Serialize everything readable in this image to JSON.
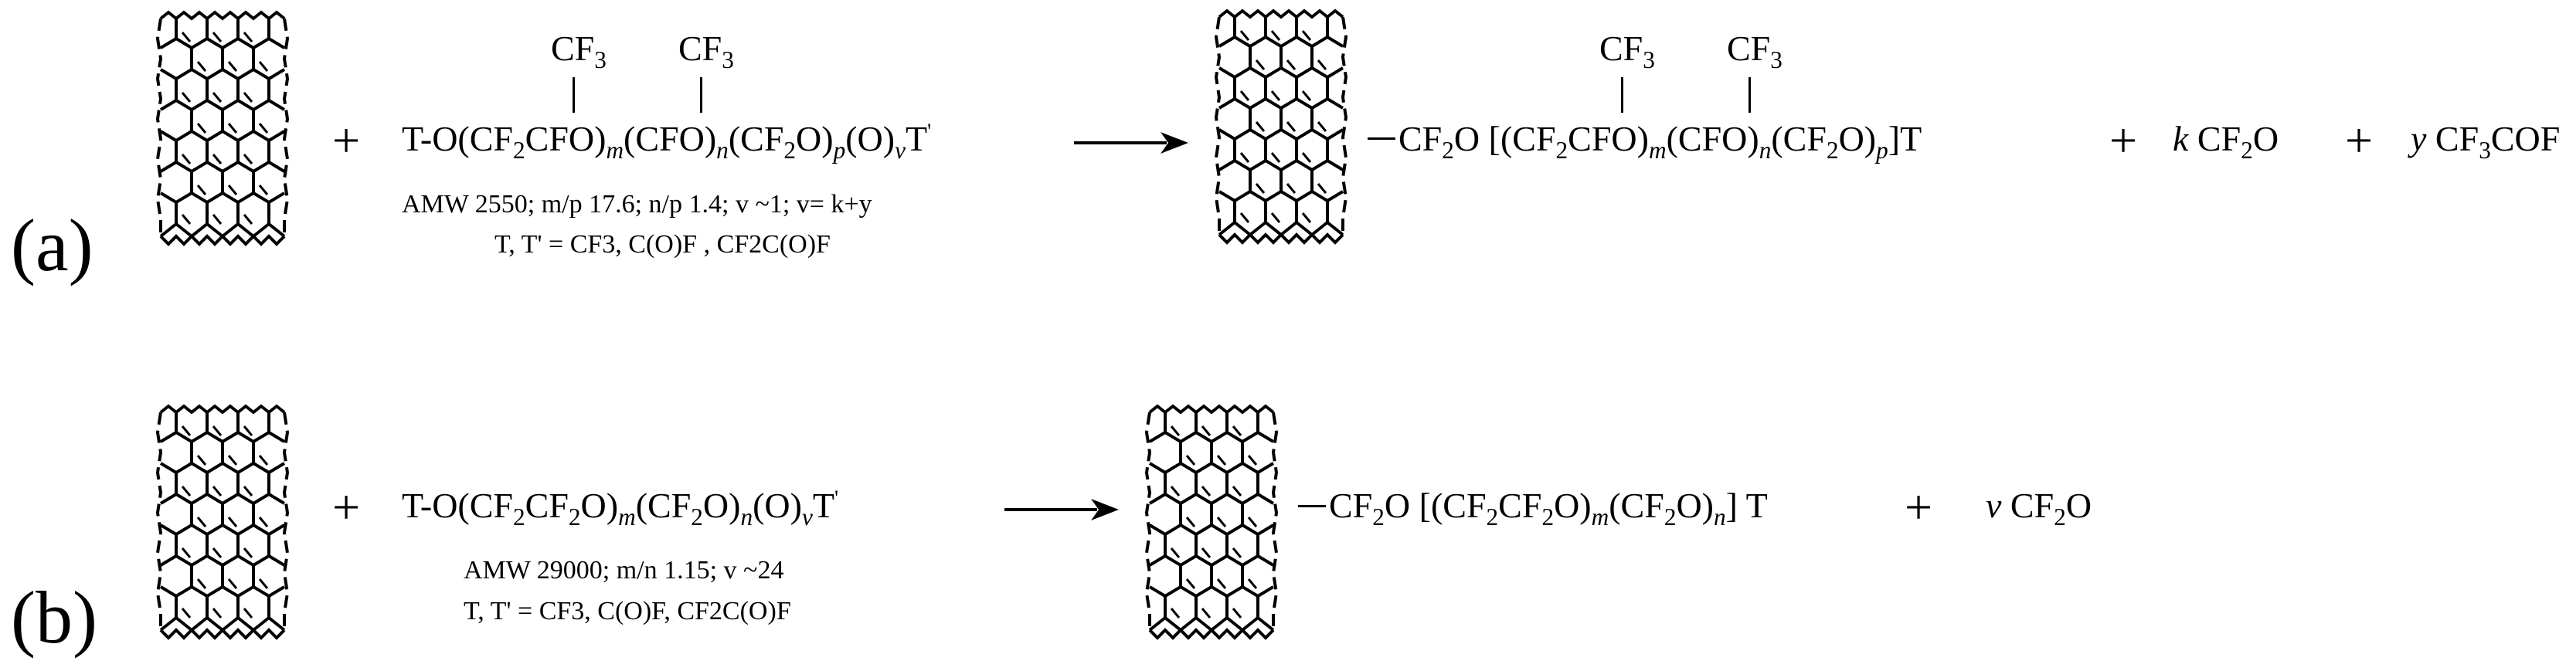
{
  "panels": [
    {
      "label": "(a)",
      "reactant": {
        "lead": "T-O(CF",
        "seg1": "CFO)",
        "seg2": "(CFO)",
        "seg3": "(CF",
        "seg4": "O)",
        "seg5": "(O)",
        "tail": "T",
        "sub_2": "2",
        "sub_m": "m",
        "sub_n": "n",
        "sub_p": "p",
        "sub_v": "v",
        "prime": "'",
        "branch": "CF",
        "branch_sub": "3"
      },
      "conditions": {
        "line1": "AMW 2550; m/p 17.6; n/p 1.4; v ~1; v= k+y",
        "line2": "T, T' = CF3, C(O)F , CF2C(O)F"
      },
      "product": {
        "lead": "CF",
        "sub_2": "2",
        "mid": "O [(CF",
        "seg1": "CFO)",
        "seg2": "(CFO)",
        "seg3": "(CF",
        "seg4": "O)",
        "tail": "]T",
        "sub_m": "m",
        "sub_n": "n",
        "sub_p": "p"
      },
      "byproduct1": {
        "coef": "k",
        "formula_a": "CF",
        "sub": "2",
        "formula_b": "O"
      },
      "byproduct2": {
        "coef": "y",
        "formula_a": "CF",
        "sub": "3",
        "formula_b": "COF"
      }
    },
    {
      "label": "(b)",
      "reactant": {
        "lead": "T-O(CF",
        "mid1": "CF",
        "mid2": "O)",
        "seg2": "(CF",
        "seg3": "O)",
        "seg4": "(O)",
        "tail": "T",
        "sub_2": "2",
        "sub_m": "m",
        "sub_n": "n",
        "sub_v": "v",
        "prime": "'"
      },
      "conditions": {
        "line1": "AMW 29000; m/n 1.15; v ~24",
        "line2": "T, T' = CF3, C(O)F, CF2C(O)F"
      },
      "product": {
        "lead": "CF",
        "sub_2": "2",
        "mid": "O [(CF",
        "mid1": "CF",
        "mid2": "O)",
        "seg2": "(CF",
        "seg3": "O)",
        "tail": "] T",
        "sub_m": "m",
        "sub_n": "n"
      },
      "byproduct1": {
        "coef": "v",
        "formula_a": "CF",
        "sub": "2",
        "formula_b": "O"
      }
    }
  ],
  "operators": {
    "plus": "+"
  },
  "icons": {
    "nanotube": "carbon-nanotube-icon",
    "arrow": "reaction-arrow-icon"
  }
}
